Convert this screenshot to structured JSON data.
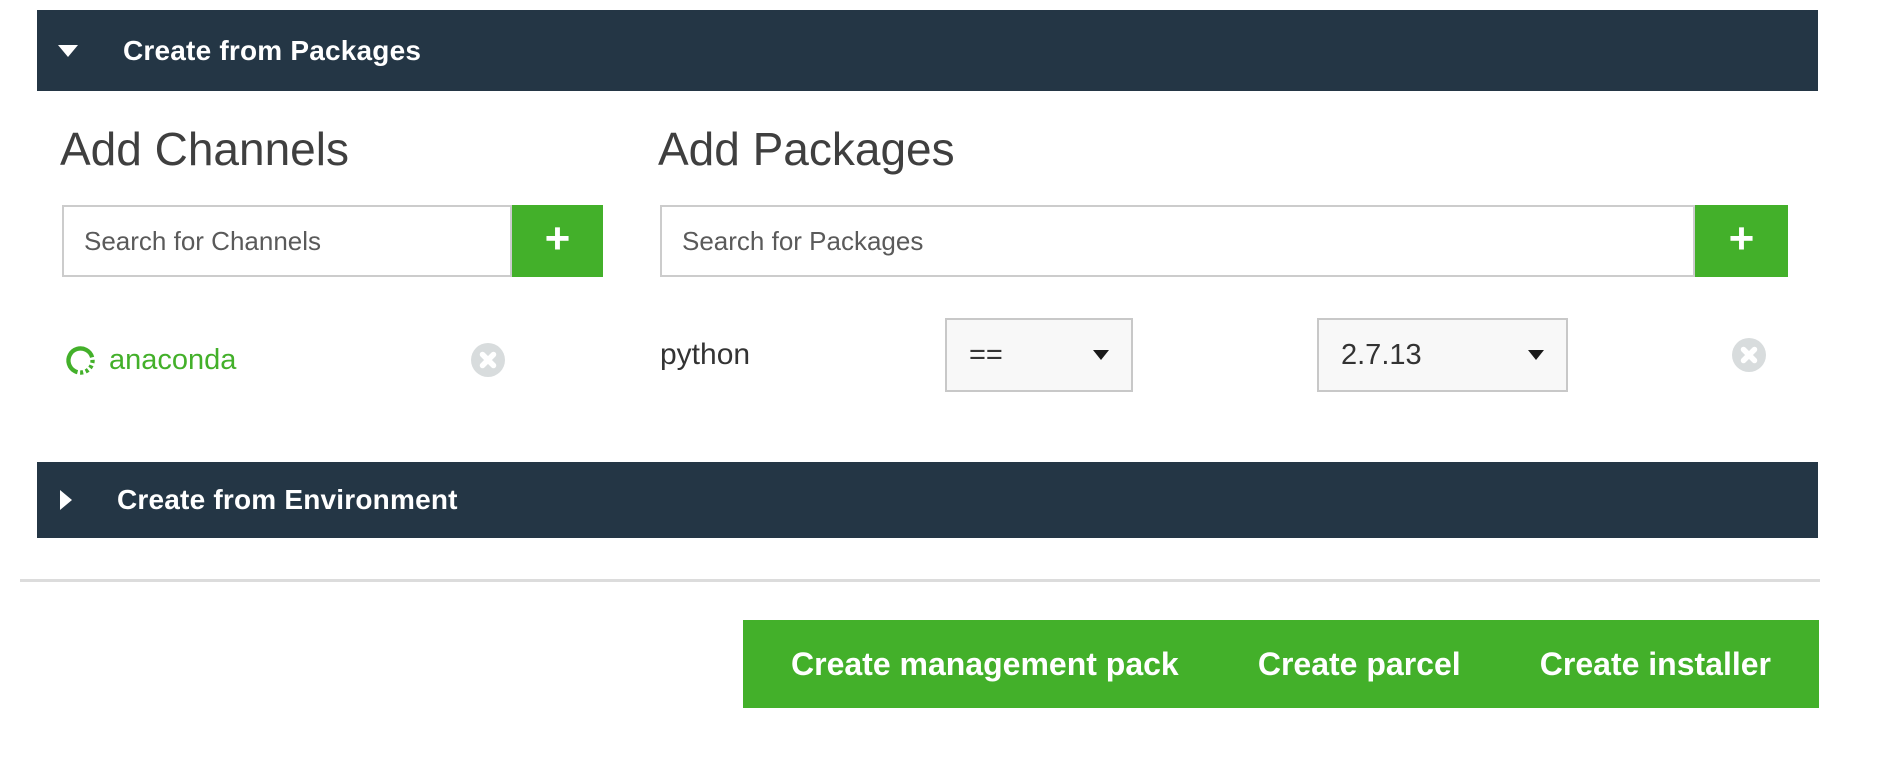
{
  "colors": {
    "accent_green": "#43b02a",
    "header_navy": "#243645",
    "close_icon_gray": "#d8dcdd"
  },
  "sections": {
    "packages": {
      "title": "Create from Packages",
      "state": "expanded"
    },
    "environment": {
      "title": "Create from Environment",
      "state": "collapsed"
    }
  },
  "channels": {
    "title": "Add Channels",
    "search_placeholder": "Search for Channels",
    "add_icon": "+",
    "items": [
      {
        "name": "anaconda",
        "status_icon": "spinner"
      }
    ]
  },
  "packages": {
    "title": "Add Packages",
    "search_placeholder": "Search for Packages",
    "add_icon": "+",
    "items": [
      {
        "name": "python",
        "constraint": "==",
        "version": "2.7.13"
      }
    ]
  },
  "footer": {
    "buttons": [
      {
        "label": "Create management pack"
      },
      {
        "label": "Create parcel"
      },
      {
        "label": "Create installer"
      }
    ]
  }
}
